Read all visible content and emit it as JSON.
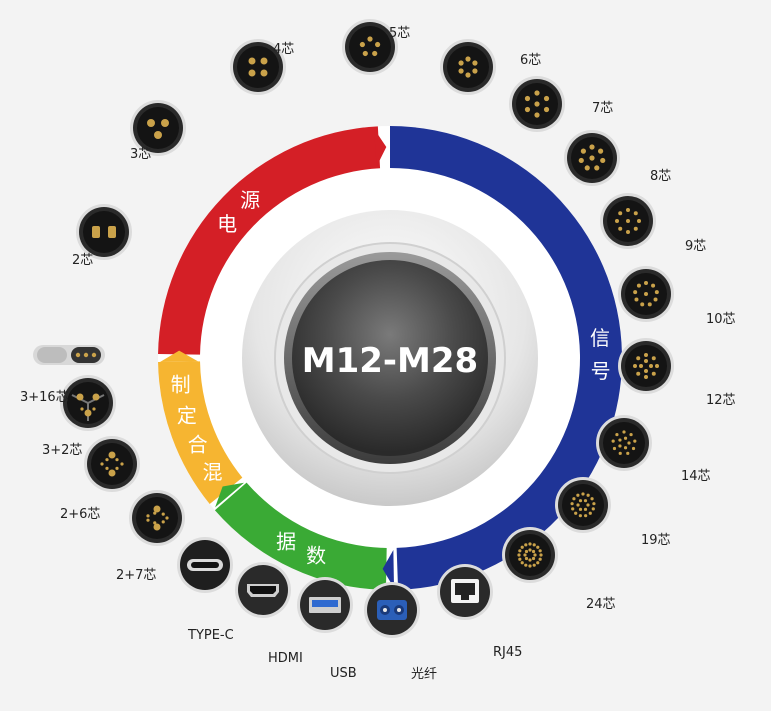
{
  "center": {
    "title": "M12-M28"
  },
  "segments": [
    {
      "id": "power",
      "label": "电 源",
      "color": "#d41f26"
    },
    {
      "id": "signal",
      "label": "信 号",
      "color": "#1f3497"
    },
    {
      "id": "data",
      "label": "数 据",
      "color": "#3aaa35"
    },
    {
      "id": "mixed",
      "label": "混合定制",
      "color": "#f6b531"
    }
  ],
  "connectors": [
    {
      "label": "2芯",
      "icon": "two-pin-connector-icon"
    },
    {
      "label": "3芯",
      "icon": "three-pin-connector-icon"
    },
    {
      "label": "4芯",
      "icon": "four-pin-connector-icon"
    },
    {
      "label": "5芯",
      "icon": "five-pin-connector-icon"
    },
    {
      "label": "6芯",
      "icon": "six-pin-connector-icon"
    },
    {
      "label": "7芯",
      "icon": "seven-pin-connector-icon"
    },
    {
      "label": "8芯",
      "icon": "eight-pin-connector-icon"
    },
    {
      "label": "9芯",
      "icon": "nine-pin-connector-icon"
    },
    {
      "label": "10芯",
      "icon": "ten-pin-connector-icon"
    },
    {
      "label": "12芯",
      "icon": "twelve-pin-connector-icon"
    },
    {
      "label": "14芯",
      "icon": "fourteen-pin-connector-icon"
    },
    {
      "label": "19芯",
      "icon": "nineteen-pin-connector-icon"
    },
    {
      "label": "24芯",
      "icon": "twentyfour-pin-connector-icon"
    },
    {
      "label": "RJ45",
      "icon": "rj45-connector-icon"
    },
    {
      "label": "光纤",
      "icon": "fiber-optic-connector-icon"
    },
    {
      "label": "USB",
      "icon": "usb-connector-icon"
    },
    {
      "label": "HDMI",
      "icon": "hdmi-connector-icon"
    },
    {
      "label": "TYPE-C",
      "icon": "type-c-connector-icon"
    },
    {
      "label": "2+7芯",
      "icon": "hybrid-2-7-connector-icon"
    },
    {
      "label": "2+6芯",
      "icon": "hybrid-2-6-connector-icon"
    },
    {
      "label": "3+2芯",
      "icon": "hybrid-3-2-connector-icon"
    },
    {
      "label": "3+16芯",
      "icon": "hybrid-3-16-connector-icon"
    }
  ]
}
